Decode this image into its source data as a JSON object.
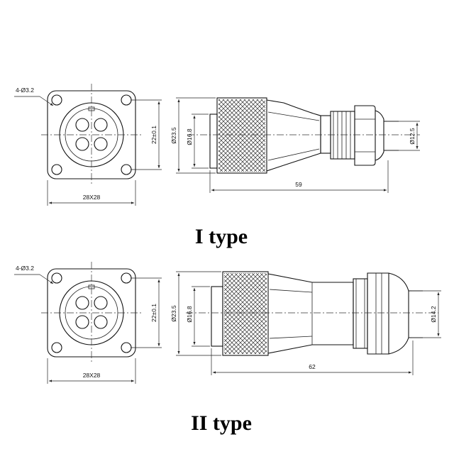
{
  "type1": {
    "title": "I type",
    "hole_label": "4-Ø3.2",
    "flange_size": "28X28",
    "hole_pitch": "22±0.1",
    "dia_outer": "Ø23.5",
    "dia_inner": "Ø16.8",
    "dia_cable": "Ø12.5",
    "length": "59"
  },
  "type2": {
    "title": "II type",
    "hole_label": "4-Ø3.2",
    "flange_size": "28X28",
    "hole_pitch": "22±0.1",
    "dia_outer": "Ø23.5",
    "dia_inner": "Ø16.8",
    "dia_cable": "Ø14.2",
    "length": "62"
  }
}
